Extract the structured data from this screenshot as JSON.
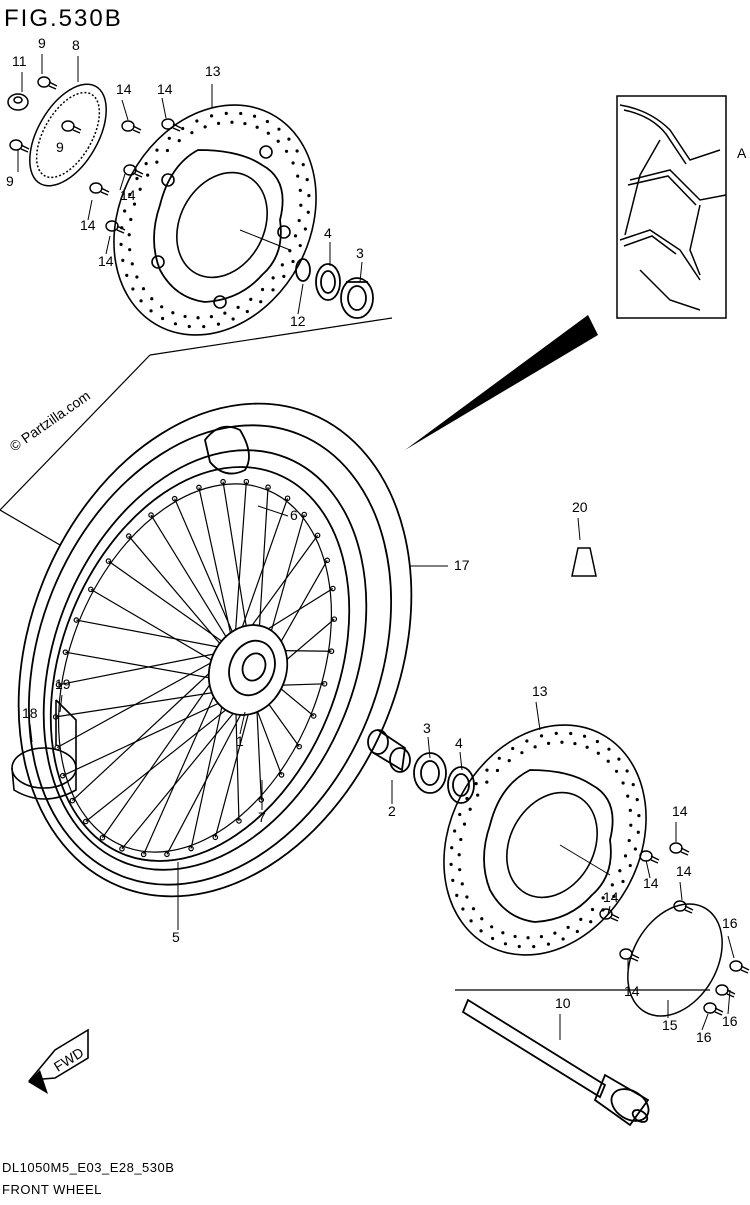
{
  "figure": {
    "title": "FIG.530B",
    "code": "DL1050M5_E03_E28_530B",
    "caption": "FRONT WHEEL",
    "watermark": "© Partzilla.com",
    "fwd": "FWD",
    "inset_label": "A"
  },
  "callouts": [
    {
      "id": "c1",
      "label": "1"
    },
    {
      "id": "c2",
      "label": "2"
    },
    {
      "id": "c3a",
      "label": "3"
    },
    {
      "id": "c3b",
      "label": "3"
    },
    {
      "id": "c4a",
      "label": "4"
    },
    {
      "id": "c4b",
      "label": "4"
    },
    {
      "id": "c5",
      "label": "5"
    },
    {
      "id": "c6",
      "label": "6"
    },
    {
      "id": "c7",
      "label": "7"
    },
    {
      "id": "c8",
      "label": "8"
    },
    {
      "id": "c9a",
      "label": "9"
    },
    {
      "id": "c9b",
      "label": "9"
    },
    {
      "id": "c9c",
      "label": "9"
    },
    {
      "id": "c10",
      "label": "10"
    },
    {
      "id": "c11",
      "label": "11"
    },
    {
      "id": "c12",
      "label": "12"
    },
    {
      "id": "c13a",
      "label": "13"
    },
    {
      "id": "c13b",
      "label": "13"
    },
    {
      "id": "c14a",
      "label": "14"
    },
    {
      "id": "c14b",
      "label": "14"
    },
    {
      "id": "c14c",
      "label": "14"
    },
    {
      "id": "c14d",
      "label": "14"
    },
    {
      "id": "c14e",
      "label": "14"
    },
    {
      "id": "c14f",
      "label": "14"
    },
    {
      "id": "c14g",
      "label": "14"
    },
    {
      "id": "c14h",
      "label": "14"
    },
    {
      "id": "c14i",
      "label": "14"
    },
    {
      "id": "c14j",
      "label": "14"
    },
    {
      "id": "c15",
      "label": "15"
    },
    {
      "id": "c16a",
      "label": "16"
    },
    {
      "id": "c16b",
      "label": "16"
    },
    {
      "id": "c16c",
      "label": "16"
    },
    {
      "id": "c17",
      "label": "17"
    },
    {
      "id": "c18",
      "label": "18"
    },
    {
      "id": "c19",
      "label": "19"
    },
    {
      "id": "c20",
      "label": "20"
    }
  ]
}
